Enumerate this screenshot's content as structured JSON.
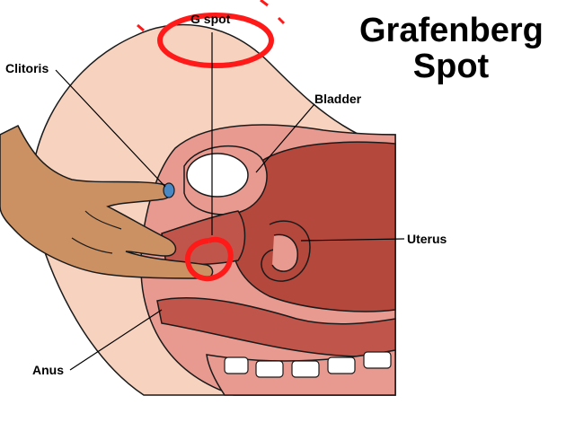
{
  "title": {
    "line1": "Grafenberg",
    "line2": "Spot"
  },
  "labels": {
    "g_spot": "G spot",
    "clitoris": "Clitoris",
    "bladder": "Bladder",
    "uterus": "Uterus",
    "anus": "Anus"
  },
  "colors": {
    "skin_light": "#f6d2bf",
    "tissue_pink": "#e99a90",
    "tissue_dark": "#c0564b",
    "uterus_dark": "#b5483d",
    "hand": "#cb9163",
    "clitoris_blue": "#4a88c4",
    "annotation_red": "#ff1a1a",
    "background": "#ffffff"
  }
}
